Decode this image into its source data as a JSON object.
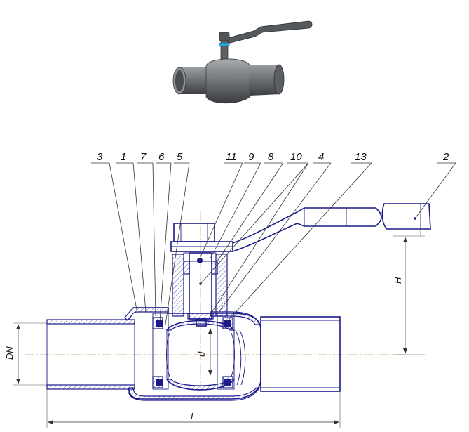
{
  "callouts": [
    {
      "id": "c3",
      "text": "3"
    },
    {
      "id": "c1",
      "text": "1"
    },
    {
      "id": "c7",
      "text": "7"
    },
    {
      "id": "c6",
      "text": "6"
    },
    {
      "id": "c5",
      "text": "5"
    },
    {
      "id": "c11",
      "text": "11"
    },
    {
      "id": "c9",
      "text": "9"
    },
    {
      "id": "c8",
      "text": "8"
    },
    {
      "id": "c10",
      "text": "10"
    },
    {
      "id": "c4",
      "text": "4"
    },
    {
      "id": "c13",
      "text": "13"
    },
    {
      "id": "c2",
      "text": "2"
    }
  ],
  "dimensions": {
    "dn": "DN",
    "d": "d",
    "h": "H",
    "l": "L"
  },
  "colors": {
    "outline": "#1a1a8c",
    "axis": "#c8a05a",
    "render_body": "#6f7276",
    "render_accent": "#2aa7d6"
  }
}
